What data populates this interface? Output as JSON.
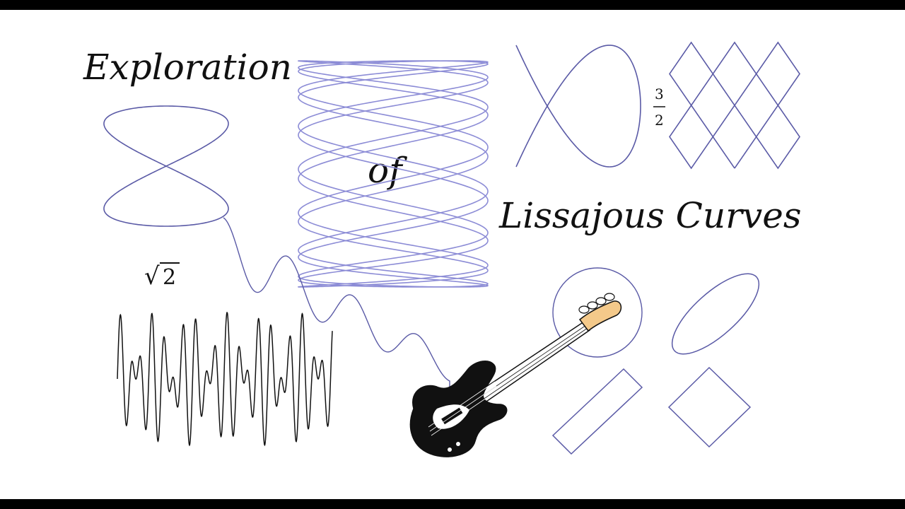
{
  "title": {
    "line1": "Exploration",
    "line2": "of",
    "line3": "Lissajous Curves"
  },
  "labels": {
    "sqrt_symbol": "√",
    "sqrt_radicand": "2",
    "fraction_num": "3",
    "fraction_den": "2"
  },
  "colors": {
    "background": "#ffffff",
    "letterbox": "#000000",
    "curve": "#5a5aa6",
    "curve_light": "#8c8cd6",
    "wave": "#111111",
    "guitar_body": "#111111",
    "guitar_headstock": "#f4c98a"
  }
}
